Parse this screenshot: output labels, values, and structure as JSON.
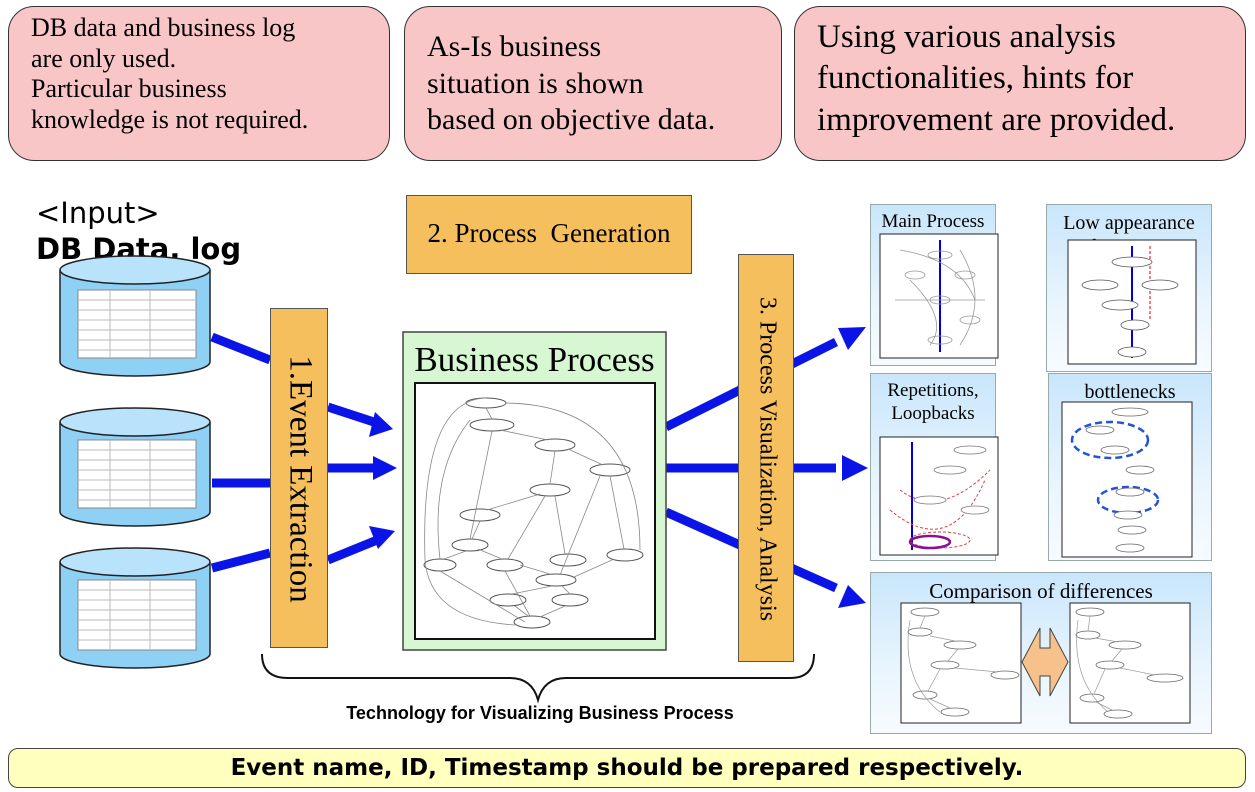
{
  "callouts": {
    "c1": [
      "DB data and business log",
      "are only used.",
      "Particular business",
      "knowledge is not required."
    ],
    "c2": [
      "As-Is business",
      "situation is shown",
      "based on objective data."
    ],
    "c3": [
      "Using various analysis",
      "functionalities, hints for",
      "improvement are provided."
    ]
  },
  "input": {
    "line1": "<Input>",
    "line2": "DB Data, log"
  },
  "steps": {
    "event_extraction": "1.Event Extraction",
    "process_generation": "2. Process  Generation",
    "visualization": "3. Process Visualization, Analysis"
  },
  "business_process": {
    "title": "Business Process"
  },
  "analysis": {
    "main_process": "Main Process",
    "low_freq": [
      "Low appearance",
      "frequency"
    ],
    "repetitions": [
      "Repetitions,",
      "Loopbacks"
    ],
    "bottlenecks": "bottlenecks",
    "comparison": "Comparison of differences"
  },
  "tech_label": "Technology for Visualizing Business Process",
  "footer": "Event name, ID, Timestamp should be prepared respectively.",
  "colors": {
    "callout_bg": "#f9c6c8",
    "step_orange": "#f6bf5e",
    "arrow_blue": "#0a14e6",
    "process_green": "#d6f7d2",
    "footer_yellow": "#ffffbe",
    "cylinder_blue": "#8fd0f5"
  }
}
